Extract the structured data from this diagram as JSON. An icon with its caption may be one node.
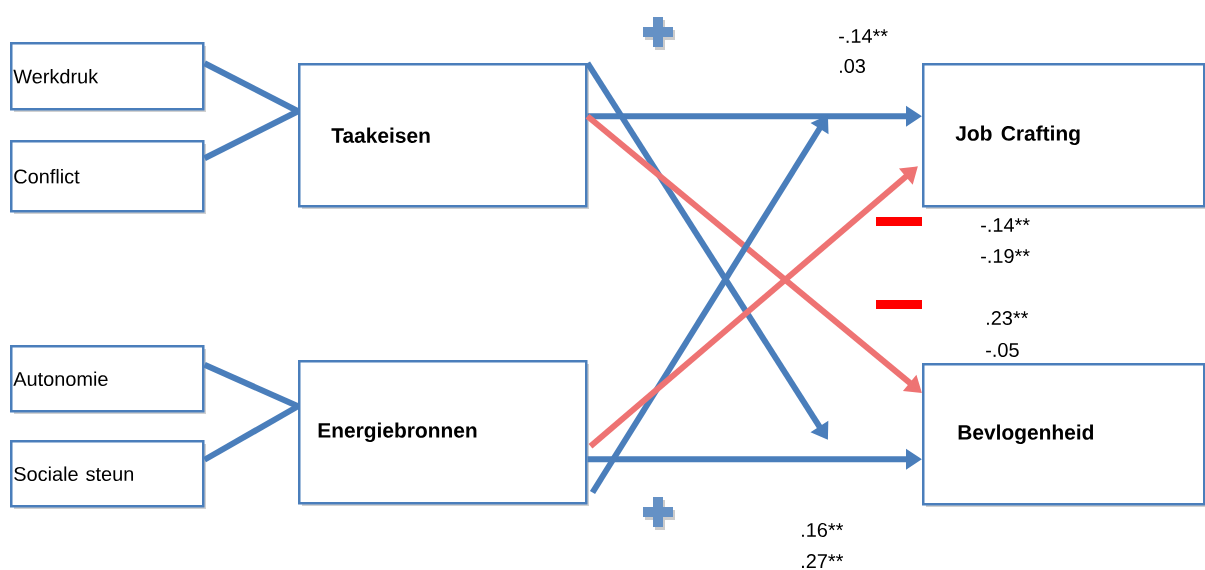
{
  "diagram": {
    "nodes": [
      {
        "text": [
          "Werkdruk"
        ]
      },
      {
        "text": [
          "Conflict"
        ]
      },
      {
        "text": [
          "Taakeisen"
        ]
      },
      {
        "text": [
          "Autonomie"
        ]
      },
      {
        "text": [
          "Sociale steun"
        ]
      },
      {
        "text": [
          "Energiebronnen"
        ]
      },
      {
        "text": [
          "Job Crafting"
        ]
      },
      {
        "text": [
          "Bevlogenheid"
        ]
      }
    ],
    "edges": [
      {
        "from": 0,
        "to": 2,
        "arrow": "none"
      },
      {
        "from": 1,
        "to": 2,
        "arrow": "none"
      },
      {
        "from": 3,
        "to": 5,
        "arrow": "none"
      },
      {
        "from": 4,
        "to": 5,
        "arrow": "none"
      },
      {
        "from": 2,
        "to": 6,
        "arrow": "to"
      },
      {
        "from": 2,
        "to": null,
        "arrow": "to"
      },
      {
        "from": 2,
        "to": 7,
        "arrow": "to",
        "color": "#ee7373"
      },
      {
        "from": 5,
        "to": 7,
        "arrow": "to"
      },
      {
        "from": 5,
        "to": null,
        "arrow": "to"
      },
      {
        "from": 5,
        "to": 6,
        "arrow": "to",
        "color": "#ee7373"
      }
    ],
    "labels": [
      "-.14**",
      ".03",
      "-.14**",
      "-.19**",
      ".23**",
      "-.05",
      ".16**",
      ".27**"
    ]
  }
}
